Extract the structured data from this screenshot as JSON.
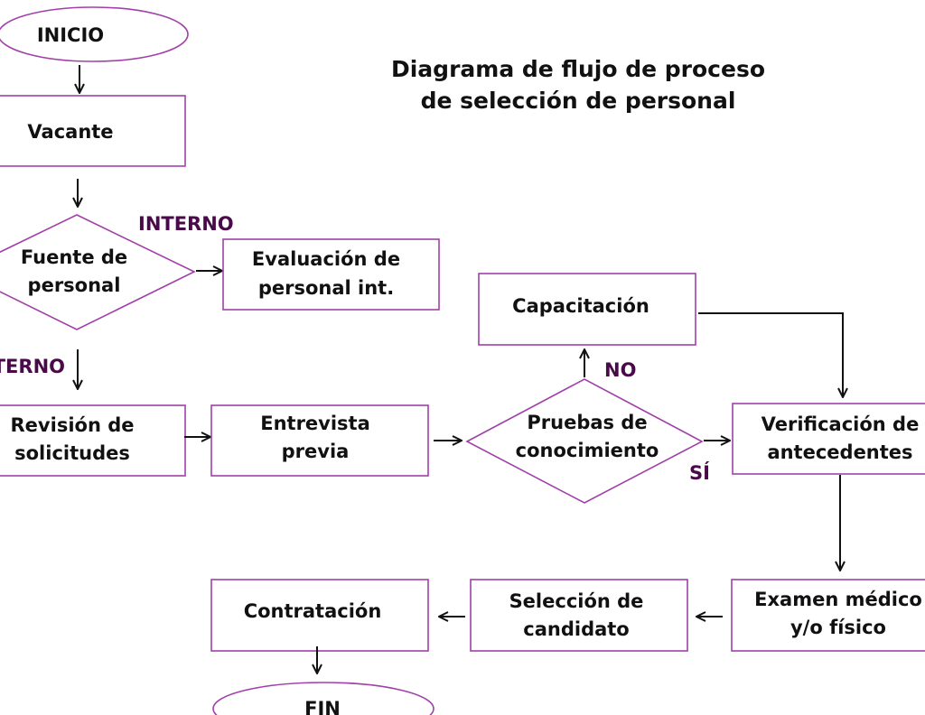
{
  "title": {
    "line1": "Diagrama de flujo de proceso",
    "line2": "de selección de personal"
  },
  "nodes": {
    "inicio": "INICIO",
    "vacante": "Vacante",
    "fuente": [
      "Fuente de",
      "personal"
    ],
    "evaluacion": [
      "Evaluación de",
      "personal int."
    ],
    "revision": [
      "Revisión de",
      "solicitudes"
    ],
    "entrevista": [
      "Entrevista",
      "previa"
    ],
    "pruebas": [
      "Pruebas de",
      "conocimiento"
    ],
    "capacitacion": "Capacitación",
    "verificacion": [
      "Verificación de",
      "antecedentes"
    ],
    "examen": [
      "Examen médico",
      "y/o físico"
    ],
    "seleccion": [
      "Selección de",
      "candidato"
    ],
    "contratacion": "Contratación",
    "fin": "FIN"
  },
  "branches": {
    "interno": "INTERNO",
    "externo": "EXTERNO",
    "no": "NO",
    "si": "SÍ"
  },
  "colors": {
    "shape_border": "#a040a8",
    "branch_label": "#4a0a4a"
  }
}
